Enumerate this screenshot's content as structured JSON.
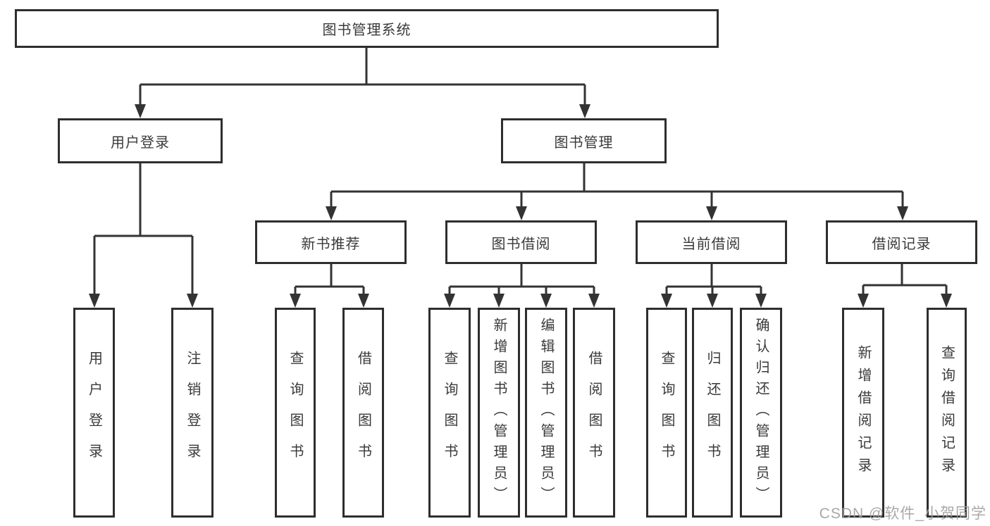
{
  "diagram": {
    "root": "图书管理系统",
    "user_login": {
      "label": "用户登录",
      "children": [
        "用户登录",
        "注销登录"
      ]
    },
    "book_mgmt": {
      "label": "图书管理",
      "children": [
        {
          "label": "新书推荐",
          "children": [
            "查询图书",
            "借阅图书"
          ]
        },
        {
          "label": "图书借阅",
          "children": [
            "查询图书",
            "新增图书（管理员）",
            "编辑图书（管理员）",
            "借阅图书"
          ]
        },
        {
          "label": "当前借阅",
          "children": [
            "查询图书",
            "归还图书",
            "确认归还（管理员）"
          ]
        },
        {
          "label": "借阅记录",
          "children": [
            "新增借阅记录",
            "查询借阅记录"
          ]
        }
      ]
    }
  },
  "watermark": "CSDN @软件_小贺同学",
  "colors": {
    "background": "#ffffff",
    "box_border": "#2e2e2e",
    "line": "#333333",
    "text": "#3a3a3a",
    "watermark": "#9e9e9e"
  }
}
